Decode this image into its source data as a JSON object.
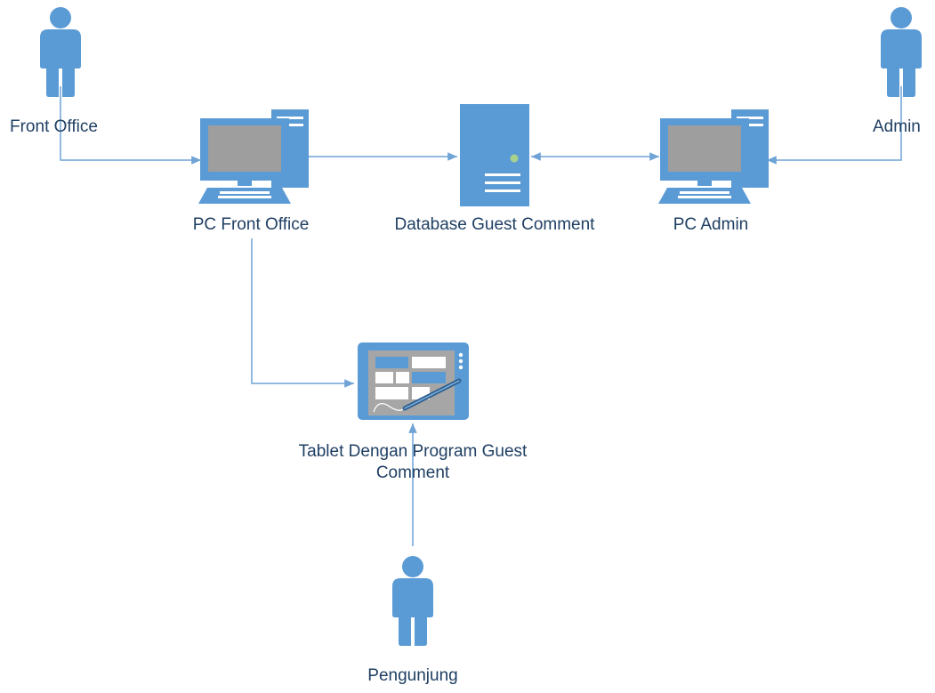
{
  "colors": {
    "icon": "#5b9bd5",
    "connector": "#6fa3d6",
    "screen": "#9e9e9e",
    "label": "#1f3f63",
    "led": "#a9d18e"
  },
  "nodes": {
    "front_office_user": {
      "label": "Front Office",
      "icon": "person-icon"
    },
    "admin_user": {
      "label": "Admin",
      "icon": "person-icon"
    },
    "pengunjung_user": {
      "label": "Pengunjung",
      "icon": "person-icon"
    },
    "pc_front_office": {
      "label": "PC Front Office",
      "icon": "desktop-computer-icon"
    },
    "database": {
      "label": "Database Guest Comment",
      "icon": "server-icon"
    },
    "pc_admin": {
      "label": "PC Admin",
      "icon": "desktop-computer-icon"
    },
    "tablet": {
      "label": "Tablet Dengan Program Guest Comment",
      "icon": "tablet-icon"
    }
  },
  "edges": [
    {
      "from": "front_office_user",
      "to": "pc_front_office",
      "direction": "forward"
    },
    {
      "from": "pc_front_office",
      "to": "database",
      "direction": "forward"
    },
    {
      "from": "database",
      "to": "pc_admin",
      "direction": "both"
    },
    {
      "from": "admin_user",
      "to": "pc_admin",
      "direction": "forward"
    },
    {
      "from": "pc_front_office",
      "to": "tablet",
      "direction": "forward"
    },
    {
      "from": "pengunjung_user",
      "to": "tablet",
      "direction": "forward"
    }
  ]
}
